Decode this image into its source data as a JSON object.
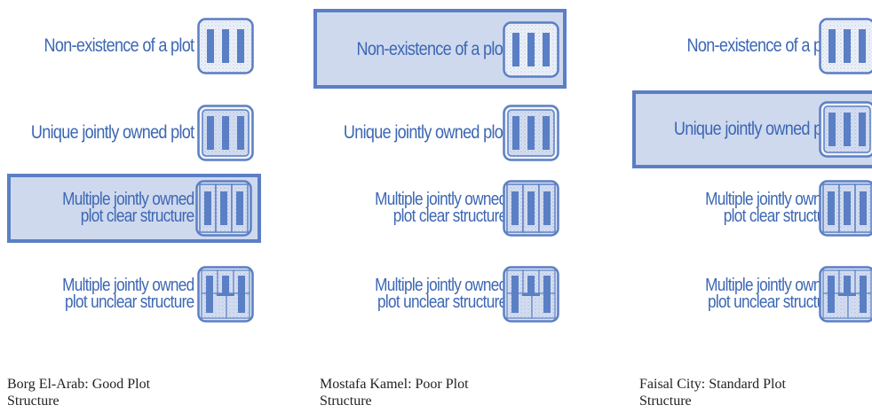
{
  "labels": {
    "non_existence": "Non-existence of a plot",
    "unique_jointly": "Unique jointly owned plot",
    "multi_clear_1": "Multiple jointly owned",
    "multi_clear_2": "plot clear structure",
    "multi_unclear_1": "Multiple jointly owned",
    "multi_unclear_2": "plot unclear structure"
  },
  "panels": [
    {
      "caption_1": "Borg El-Arab: Good Plot",
      "caption_2": "Structure",
      "highlighted": "multiple-jointly-owned-plot-clear-structure"
    },
    {
      "caption_1": "Mostafa Kamel: Poor Plot",
      "caption_2": "Structure",
      "highlighted": "non-existence-of-a-plot"
    },
    {
      "caption_1": "Faisal City: Standard Plot",
      "caption_2": "Structure",
      "highlighted": "unique-jointly-owned-plot"
    }
  ],
  "colors": {
    "text": "#3c67b4",
    "highlight_fill": "#cfd9ee",
    "highlight_border": "#5b7fc4",
    "bar_fill": "#5a7fc4",
    "icon_border": "#5b7fc4",
    "icon_background": "#dce4f3",
    "icon_background_light": "#eef2f9"
  },
  "icons": [
    "plot-empty-icon",
    "plot-joint-icon",
    "plot-clear-structure-icon",
    "plot-unclear-structure-icon"
  ]
}
